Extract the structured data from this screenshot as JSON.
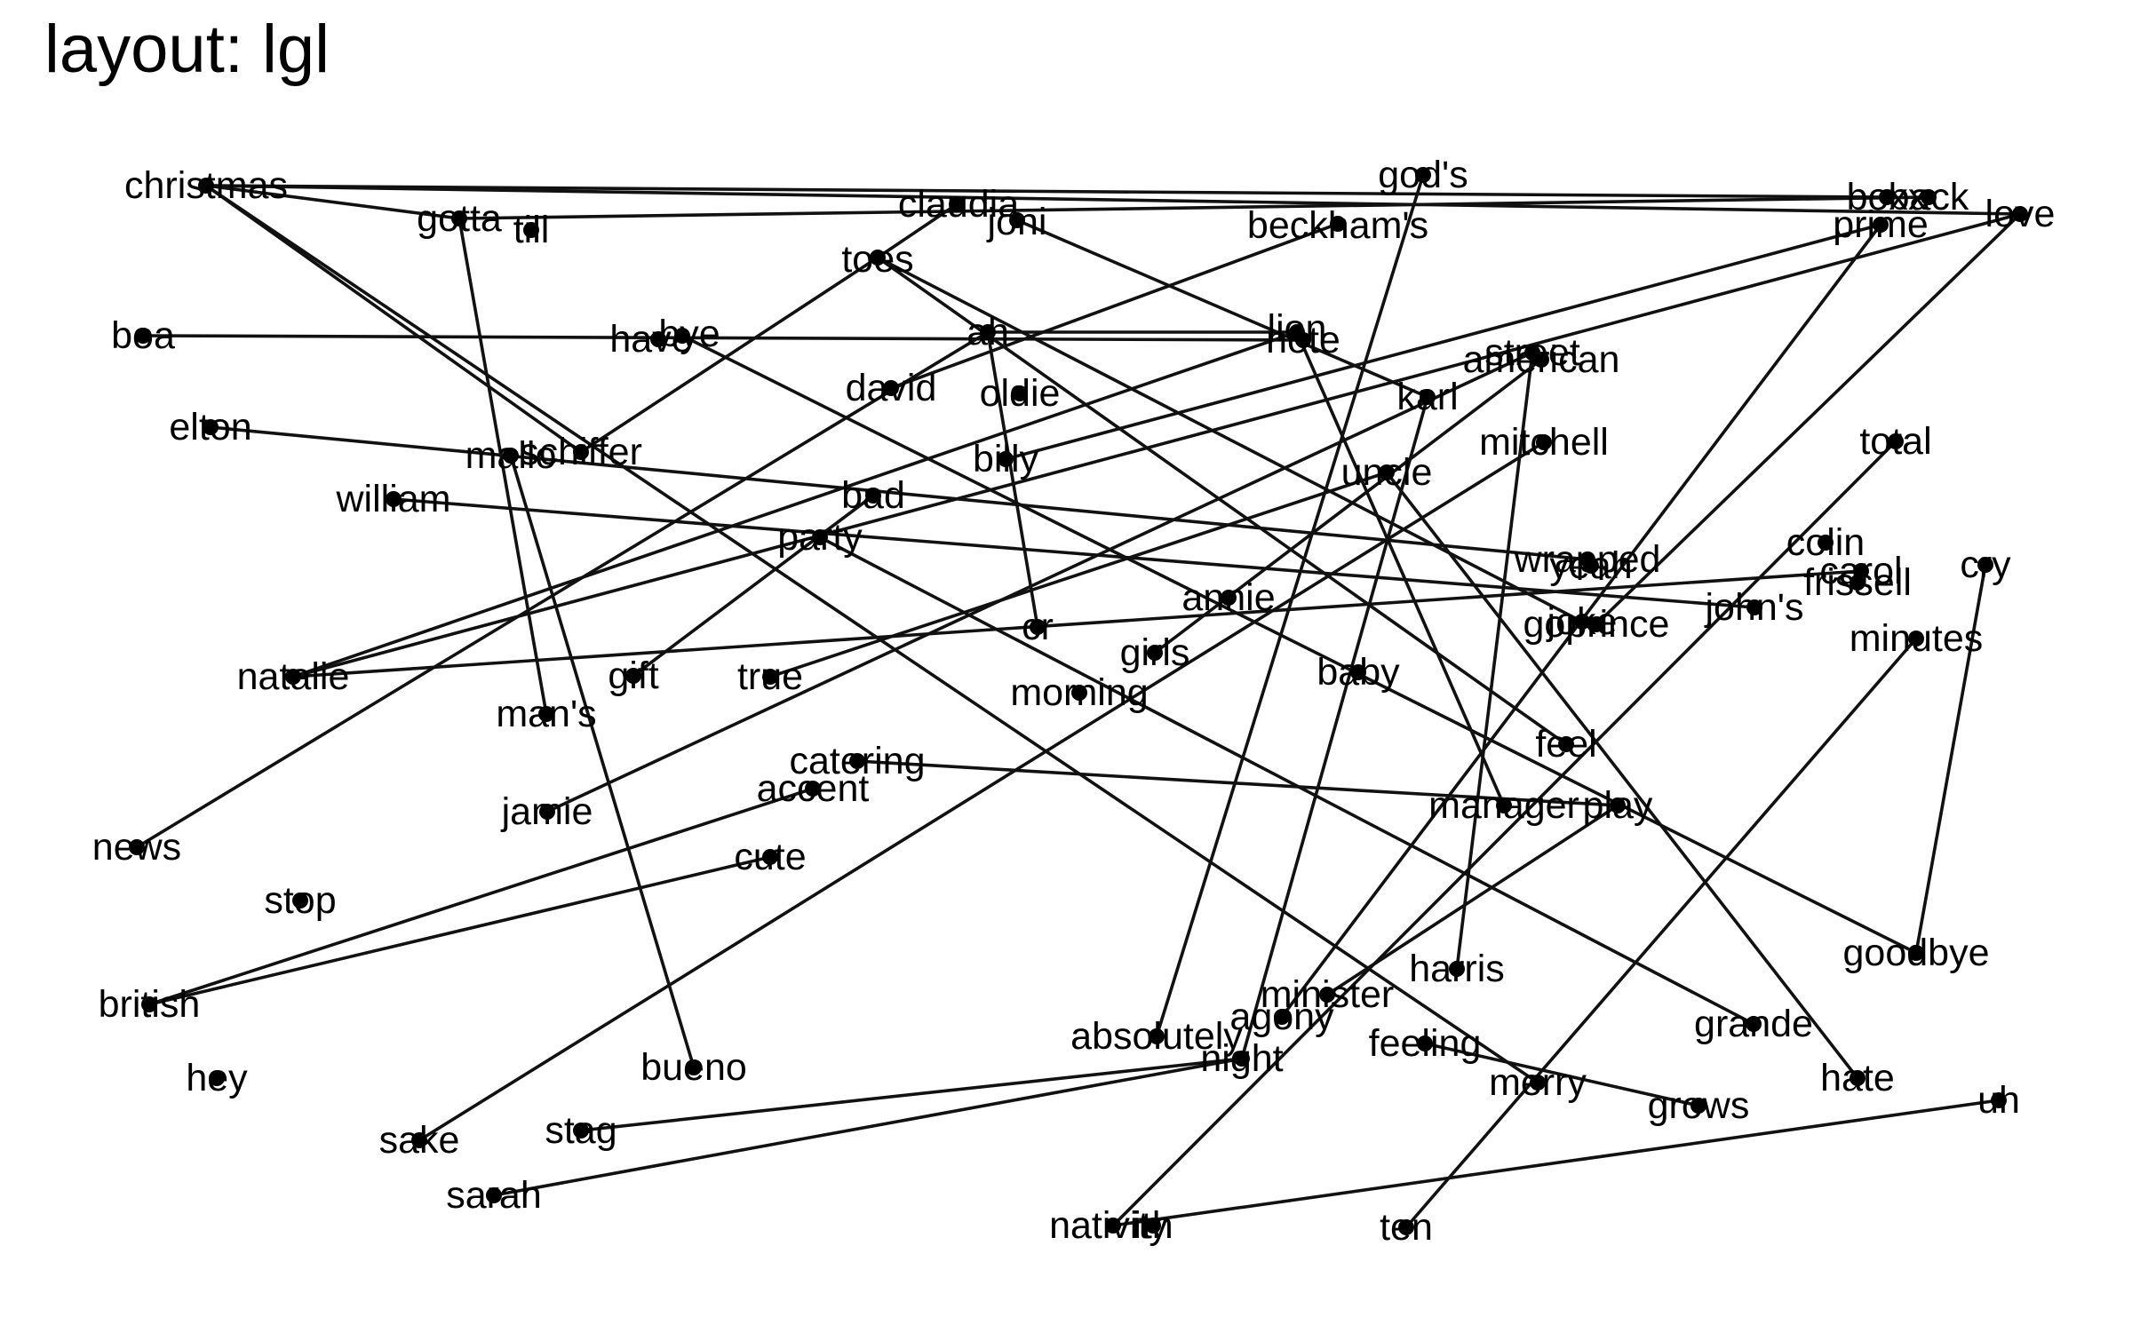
{
  "title": "layout: lgl",
  "diagram": {
    "type": "network-graph",
    "layout": "lgl",
    "node_color": "#000000",
    "edge_color": "#111111",
    "nodes": [
      {
        "id": "christmas",
        "label": "christmas"
      },
      {
        "id": "gotta",
        "label": "gotta"
      },
      {
        "id": "till",
        "label": "till"
      },
      {
        "id": "claudia",
        "label": "claudia"
      },
      {
        "id": "joni",
        "label": "joni"
      },
      {
        "id": "beckhams",
        "label": "beckham's"
      },
      {
        "id": "gods",
        "label": "god's"
      },
      {
        "id": "boxx",
        "label": "boxx"
      },
      {
        "id": "back",
        "label": "back"
      },
      {
        "id": "prime",
        "label": "prime"
      },
      {
        "id": "love",
        "label": "love"
      },
      {
        "id": "toes",
        "label": "toes"
      },
      {
        "id": "boa",
        "label": "boa"
      },
      {
        "id": "have",
        "label": "have"
      },
      {
        "id": "bye",
        "label": "bye"
      },
      {
        "id": "ah",
        "label": "ah"
      },
      {
        "id": "lion",
        "label": "lion"
      },
      {
        "id": "note",
        "label": "note"
      },
      {
        "id": "street",
        "label": "street"
      },
      {
        "id": "american",
        "label": "american"
      },
      {
        "id": "david",
        "label": "david"
      },
      {
        "id": "oldie",
        "label": "oldie"
      },
      {
        "id": "karl",
        "label": "karl"
      },
      {
        "id": "elton",
        "label": "elton"
      },
      {
        "id": "mallo",
        "label": "mallo"
      },
      {
        "id": "schiffer",
        "label": "schiffer"
      },
      {
        "id": "billy",
        "label": "billy"
      },
      {
        "id": "mitchell",
        "label": "mitchell"
      },
      {
        "id": "total",
        "label": "total"
      },
      {
        "id": "uncle",
        "label": "uncle"
      },
      {
        "id": "william",
        "label": "william"
      },
      {
        "id": "bad",
        "label": "bad"
      },
      {
        "id": "party",
        "label": "party"
      },
      {
        "id": "colin",
        "label": "colin"
      },
      {
        "id": "wrapped",
        "label": "wrapped"
      },
      {
        "id": "yeah",
        "label": "yeah"
      },
      {
        "id": "carol",
        "label": "carol"
      },
      {
        "id": "frissell",
        "label": "frissell"
      },
      {
        "id": "cry",
        "label": "cry"
      },
      {
        "id": "annie",
        "label": "annie"
      },
      {
        "id": "johns",
        "label": "john's"
      },
      {
        "id": "joke",
        "label": "joke"
      },
      {
        "id": "goprince",
        "label": "goprince"
      },
      {
        "id": "cr",
        "label": "cr"
      },
      {
        "id": "minutes",
        "label": "minutes"
      },
      {
        "id": "girls",
        "label": "girls"
      },
      {
        "id": "natalie",
        "label": "natalie"
      },
      {
        "id": "gift",
        "label": "gift"
      },
      {
        "id": "true",
        "label": "true"
      },
      {
        "id": "baby",
        "label": "baby"
      },
      {
        "id": "morning",
        "label": "morning"
      },
      {
        "id": "mans",
        "label": "man's"
      },
      {
        "id": "feel",
        "label": "feel"
      },
      {
        "id": "catering",
        "label": "catering"
      },
      {
        "id": "accent",
        "label": "accent"
      },
      {
        "id": "jamie",
        "label": "jamie"
      },
      {
        "id": "manager",
        "label": "manager"
      },
      {
        "id": "play",
        "label": "play"
      },
      {
        "id": "news",
        "label": "news"
      },
      {
        "id": "cute",
        "label": "cute"
      },
      {
        "id": "stop",
        "label": "stop"
      },
      {
        "id": "goodbye",
        "label": "goodbye"
      },
      {
        "id": "british",
        "label": "british"
      },
      {
        "id": "minister",
        "label": "minister"
      },
      {
        "id": "harris",
        "label": "harris"
      },
      {
        "id": "agony",
        "label": "agony"
      },
      {
        "id": "grande",
        "label": "grande"
      },
      {
        "id": "absolutely",
        "label": "absolutely"
      },
      {
        "id": "night",
        "label": "night"
      },
      {
        "id": "feeling",
        "label": "feeling"
      },
      {
        "id": "hey",
        "label": "hey"
      },
      {
        "id": "bueno",
        "label": "bueno"
      },
      {
        "id": "merry",
        "label": "merry"
      },
      {
        "id": "hate",
        "label": "hate"
      },
      {
        "id": "grows",
        "label": "grows"
      },
      {
        "id": "uh",
        "label": "uh"
      },
      {
        "id": "sake",
        "label": "sake"
      },
      {
        "id": "stag",
        "label": "stag"
      },
      {
        "id": "sarah",
        "label": "sarah"
      },
      {
        "id": "nativity",
        "label": "nativity"
      },
      {
        "id": "ith",
        "label": "ith"
      },
      {
        "id": "ten",
        "label": "ten"
      }
    ],
    "edges": [
      [
        "christmas",
        "gotta"
      ],
      [
        "christmas",
        "boxx"
      ],
      [
        "christmas",
        "love"
      ],
      [
        "christmas",
        "schiffer"
      ],
      [
        "christmas",
        "merry"
      ],
      [
        "gotta",
        "back"
      ],
      [
        "gotta",
        "mans"
      ],
      [
        "claudia",
        "toes"
      ],
      [
        "joni",
        "karl"
      ],
      [
        "beckhams",
        "david"
      ],
      [
        "gods",
        "absolutely"
      ],
      [
        "prime",
        "agony"
      ],
      [
        "love",
        "natalie"
      ],
      [
        "love",
        "goprince"
      ],
      [
        "toes",
        "schiffer"
      ],
      [
        "toes",
        "joke"
      ],
      [
        "toes",
        "feel"
      ],
      [
        "boa",
        "note"
      ],
      [
        "bye",
        "goodbye"
      ],
      [
        "ah",
        "cr"
      ],
      [
        "ah",
        "lion"
      ],
      [
        "ah",
        "news"
      ],
      [
        "lion",
        "natalie"
      ],
      [
        "lion",
        "manager"
      ],
      [
        "street",
        "harris"
      ],
      [
        "street",
        "jamie"
      ],
      [
        "american",
        "girls"
      ],
      [
        "karl",
        "night"
      ],
      [
        "elton",
        "wrapped"
      ],
      [
        "mallo",
        "bueno"
      ],
      [
        "billy",
        "prime"
      ],
      [
        "mitchell",
        "sake"
      ],
      [
        "total",
        "nativity"
      ],
      [
        "uncle",
        "true"
      ],
      [
        "uncle",
        "hate"
      ],
      [
        "william",
        "johns"
      ],
      [
        "bad",
        "gift"
      ],
      [
        "party",
        "grande"
      ],
      [
        "carol",
        "natalie"
      ],
      [
        "cry",
        "goodbye"
      ],
      [
        "minutes",
        "ten"
      ],
      [
        "accent",
        "british"
      ],
      [
        "cute",
        "british"
      ],
      [
        "catering",
        "play"
      ],
      [
        "play",
        "minister"
      ],
      [
        "night",
        "stag"
      ],
      [
        "night",
        "sarah"
      ],
      [
        "feeling",
        "grows"
      ],
      [
        "uh",
        "nativity"
      ]
    ]
  }
}
